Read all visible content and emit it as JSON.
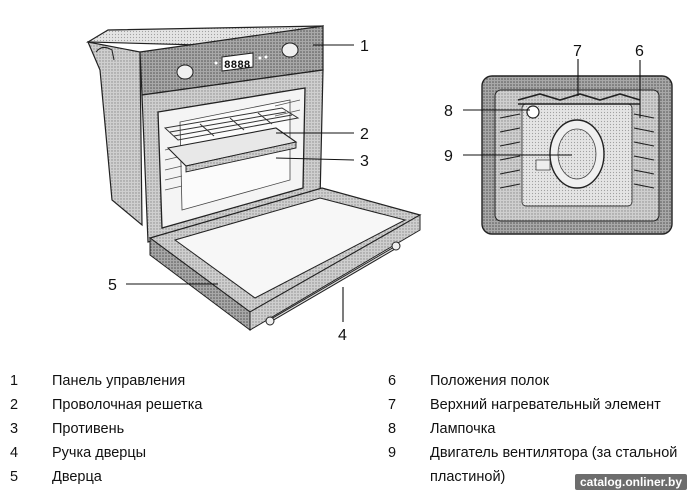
{
  "callouts": [
    "1",
    "2",
    "3",
    "4",
    "5",
    "6",
    "7",
    "8",
    "9"
  ],
  "legend_left": [
    {
      "num": "1",
      "text": "Панель управления"
    },
    {
      "num": "2",
      "text": "Проволочная решетка"
    },
    {
      "num": "3",
      "text": "Противень"
    },
    {
      "num": "4",
      "text": "Ручка дверцы"
    },
    {
      "num": "5",
      "text": "Дверца"
    }
  ],
  "legend_right": [
    {
      "num": "6",
      "text": "Положения полок"
    },
    {
      "num": "7",
      "text": "Верхний нагревательный элемент"
    },
    {
      "num": "8",
      "text": "Лампочка"
    },
    {
      "num": "9",
      "text": "Двигатель вентилятора (за стальной",
      "text2": "пластиной)"
    }
  ],
  "watermark": "catalog.onliner.by",
  "display_digits": "8888"
}
